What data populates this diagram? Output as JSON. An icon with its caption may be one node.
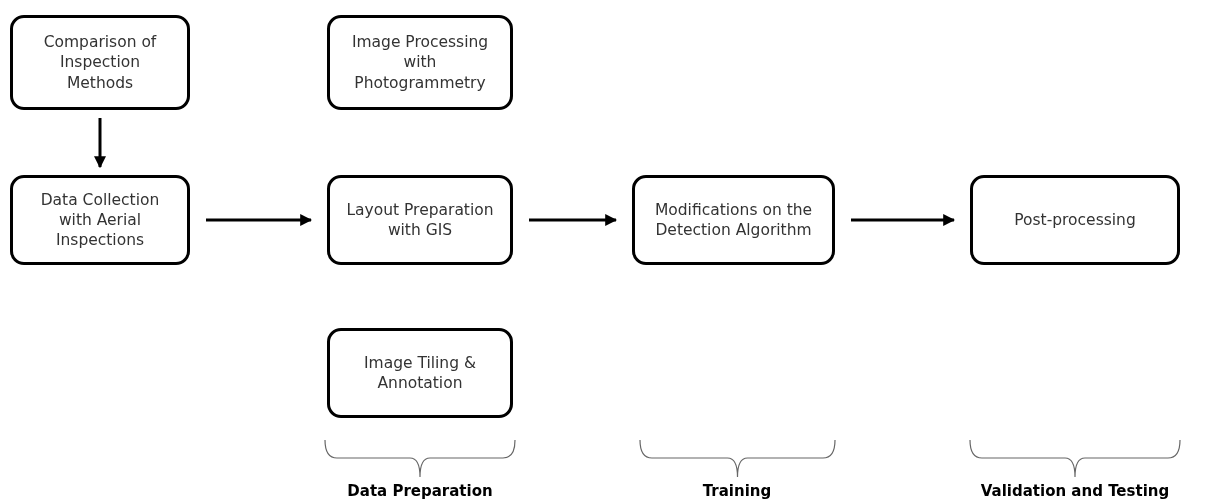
{
  "diagram": {
    "nodes": [
      {
        "text": [
          "Comparison of Inspection Methods"
        ]
      },
      {
        "text": [
          "Data Collection with Aerial Inspections"
        ]
      },
      {
        "text": [
          "Image Processing with Photogrammetry"
        ]
      },
      {
        "text": [
          "Layout Preparation with GIS"
        ]
      },
      {
        "text": [
          "Image Tiling & Annotation"
        ]
      },
      {
        "text": [
          "Modifications on the Detection Algorithm"
        ]
      },
      {
        "text": [
          "Post-processing"
        ]
      }
    ],
    "edges": [
      {
        "from": 0,
        "to": 1,
        "arrow": "to"
      },
      {
        "from": 1,
        "to": 3,
        "arrow": "to"
      },
      {
        "from": 3,
        "to": 5,
        "arrow": "to"
      },
      {
        "from": 5,
        "to": 6,
        "arrow": "to"
      }
    ],
    "labels": [
      "Data Preparation",
      "Training",
      "Validation and Testing"
    ]
  }
}
